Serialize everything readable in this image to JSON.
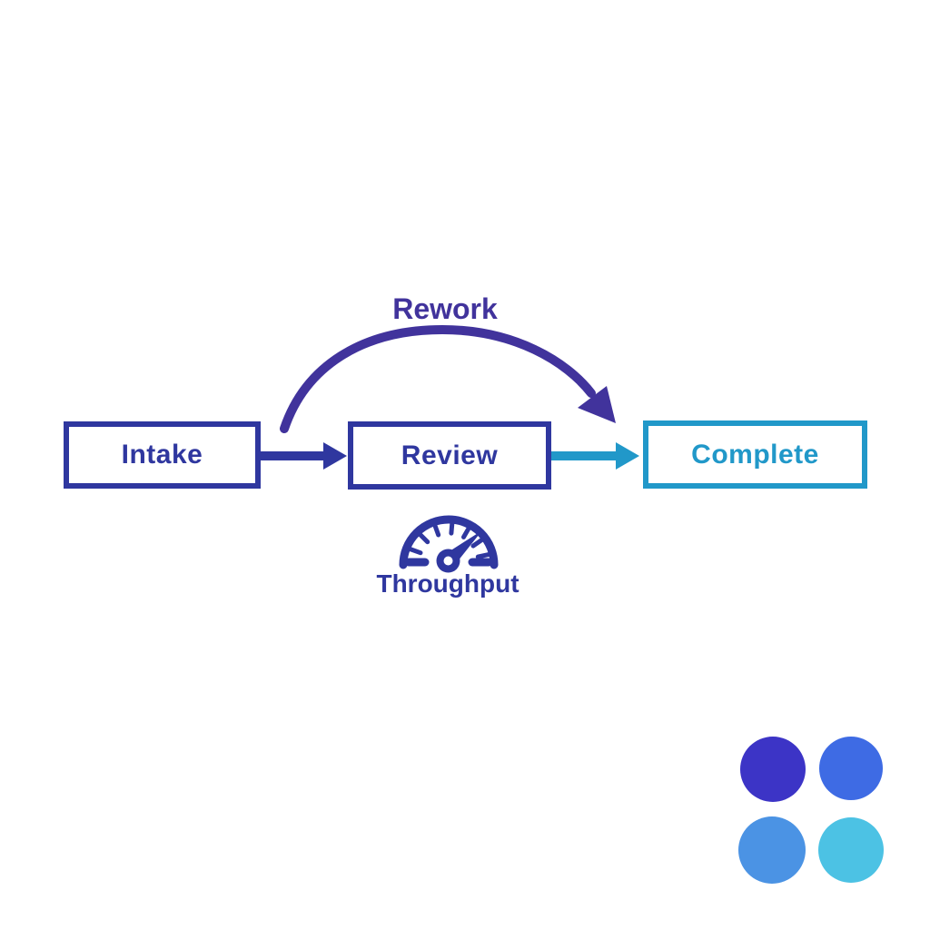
{
  "colors": {
    "background": "#ffffff",
    "navy": "#2f379f",
    "purple": "#41339c",
    "cyan": "#2198c9"
  },
  "flow": {
    "nodes": [
      {
        "id": "intake",
        "label": "Intake"
      },
      {
        "id": "review",
        "label": "Review"
      },
      {
        "id": "complete",
        "label": "Complete"
      }
    ],
    "arrows": [
      {
        "from": "intake",
        "to": "review",
        "color": "#2f379f"
      },
      {
        "from": "review",
        "to": "complete",
        "color": "#2198c9"
      }
    ],
    "rework": {
      "label": "Rework",
      "from": "intake",
      "to": "complete",
      "shape": "arc-over-review",
      "color": "#41339c"
    },
    "gauge": {
      "label": "Throughput",
      "icon": "gauge-icon",
      "attached_to": "review",
      "color": "#2f379f"
    }
  },
  "palette_dots": [
    {
      "name": "indigo",
      "color": "#3c34c6"
    },
    {
      "name": "blue",
      "color": "#3e6be4"
    },
    {
      "name": "light-blue",
      "color": "#4b93e4"
    },
    {
      "name": "cyan",
      "color": "#4cc2e4"
    }
  ]
}
